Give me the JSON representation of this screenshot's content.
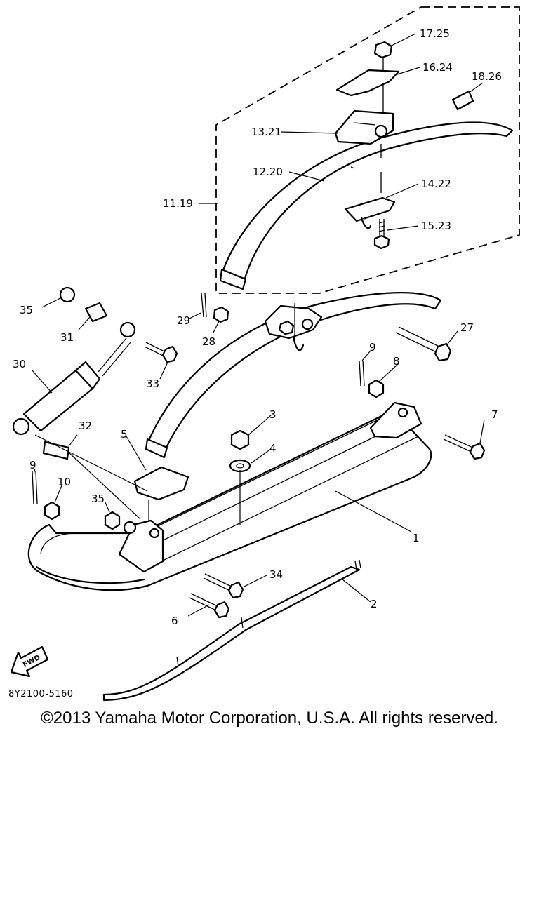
{
  "diagram": {
    "callouts": {
      "p1": "1",
      "p2": "2",
      "p3": "3",
      "p4": "4",
      "p5": "5",
      "p6": "6",
      "p7": "7",
      "p8": "8",
      "p9a": "9",
      "p9b": "9",
      "p10": "10",
      "p11_19": "11.19",
      "p12_20": "12.20",
      "p13_21": "13.21",
      "p14_22": "14.22",
      "p15_23": "15.23",
      "p16_24": "16.24",
      "p17_25": "17.25",
      "p18_26": "18.26",
      "p27": "27",
      "p28": "28",
      "p29": "29",
      "p30": "30",
      "p31": "31",
      "p32": "32",
      "p33": "33",
      "p34": "34",
      "p35a": "35",
      "p35b": "35"
    },
    "fwd_label": "FWD",
    "code": "8Y2100-5160"
  },
  "footer": {
    "copyright": "©2013 Yamaha Motor Corporation, U.S.A. All rights reserved."
  }
}
